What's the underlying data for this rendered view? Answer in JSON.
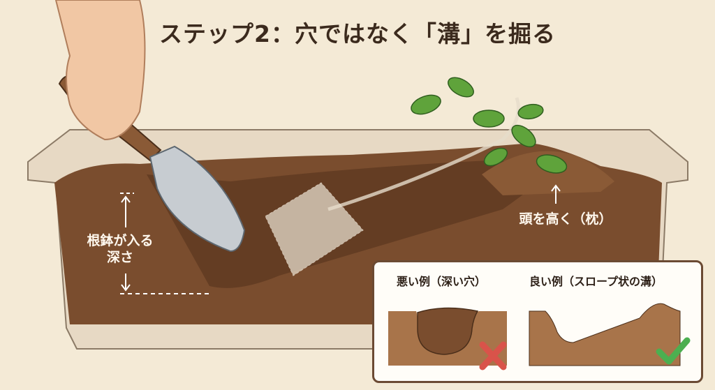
{
  "title": "ステップ2：穴ではなく「溝」を掘る",
  "labels": {
    "depth_line1": "根鉢が入る",
    "depth_line2": "深さ",
    "pillow": "頭を高く（枕）"
  },
  "comparison": {
    "bad": {
      "label": "悪い例（深い穴）",
      "mark": "cross-icon"
    },
    "good": {
      "label": "良い例（スロープ状の溝）",
      "mark": "check-icon"
    }
  },
  "colors": {
    "background": "#f4ead6",
    "soil": "#7a4d2e",
    "planter": "#e6d8c3",
    "bad": "#d9534a",
    "good": "#4caf50"
  }
}
